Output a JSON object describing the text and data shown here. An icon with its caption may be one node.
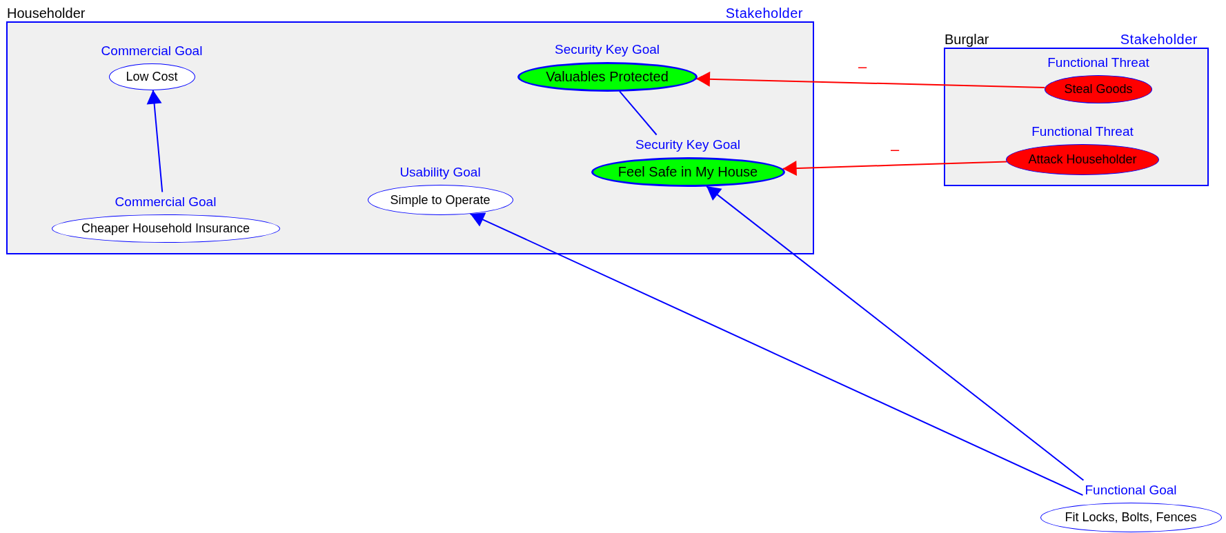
{
  "diagram": {
    "nodes": [
      {
        "text": [
          "Householder",
          "Stakeholder"
        ]
      },
      {
        "text": [
          "Commercial Goal",
          "Low Cost"
        ],
        "in": 0
      },
      {
        "text": [
          "Commercial Goal",
          "Cheaper Household Insurance"
        ],
        "in": 0
      },
      {
        "text": [
          "Usability Goal",
          "Simple to Operate"
        ],
        "in": 0
      },
      {
        "text": [
          "Security Key Goal",
          "Valuables Protected"
        ],
        "in": 0
      },
      {
        "text": [
          "Security Key Goal",
          "Feel Safe in My House"
        ],
        "in": 0
      },
      {
        "text": [
          "Burglar",
          "Stakeholder"
        ]
      },
      {
        "text": [
          "Functional Threat",
          "Steal Goods"
        ],
        "in": 6
      },
      {
        "text": [
          "Functional Threat",
          "Attack Householder"
        ],
        "in": 6
      },
      {
        "text": [
          "Functional Goal",
          "Fit Locks, Bolts, Fences"
        ]
      }
    ],
    "edges": [
      {
        "from": 2,
        "to": 1,
        "arrow": "to"
      },
      {
        "from": 4,
        "to": 5,
        "arrow": "none"
      },
      {
        "from": 7,
        "to": 4,
        "arrow": "to",
        "label": "–",
        "color": "#ff0000"
      },
      {
        "from": 8,
        "to": 5,
        "arrow": "to",
        "label": "–",
        "color": "#ff0000"
      },
      {
        "from": 9,
        "to": 3,
        "arrow": "to"
      },
      {
        "from": 9,
        "to": 5,
        "arrow": "to"
      }
    ]
  }
}
